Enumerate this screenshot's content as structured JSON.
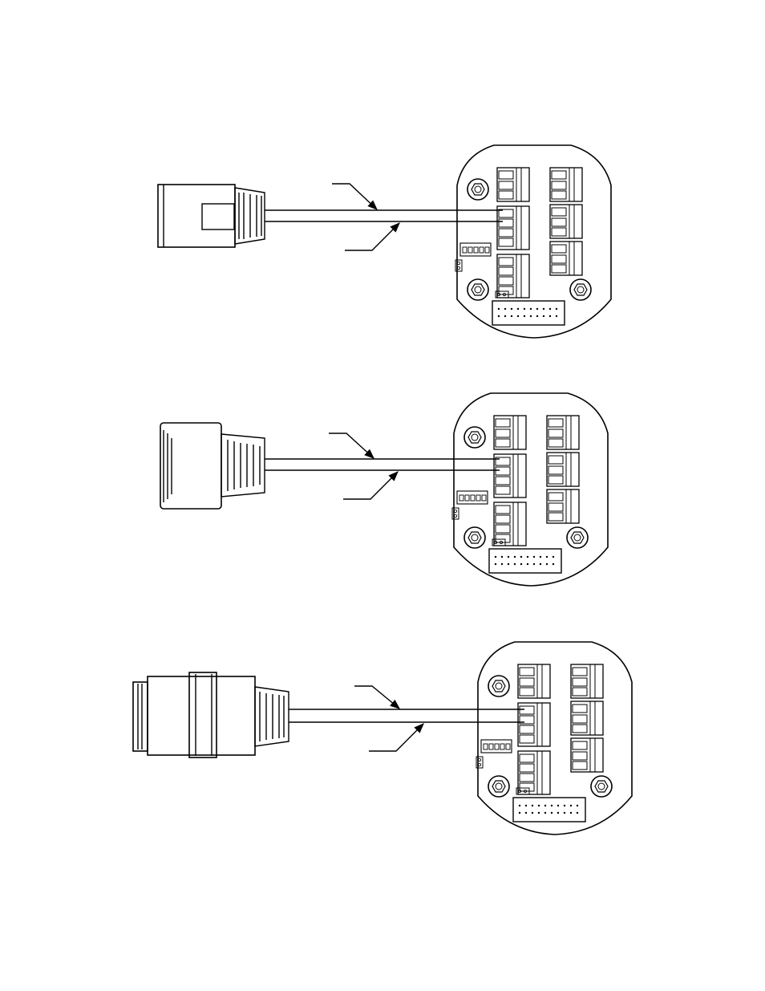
{
  "page": {
    "description_text": ""
  },
  "diagrams": [
    {
      "id": "wiring-diagram-1",
      "connector_style": "rectangular-plug",
      "leader_lines": 2
    },
    {
      "id": "wiring-diagram-2",
      "connector_style": "round-plug",
      "leader_lines": 2
    },
    {
      "id": "wiring-diagram-3",
      "connector_style": "circular-threaded-plug",
      "leader_lines": 2
    }
  ],
  "board": {
    "terminal_blocks_left": 3,
    "terminal_blocks_right": 3,
    "mounting_screws": 3,
    "ribbon_header_pins": 20
  },
  "colors": {
    "ink": "#000000",
    "paper": "#ffffff"
  }
}
